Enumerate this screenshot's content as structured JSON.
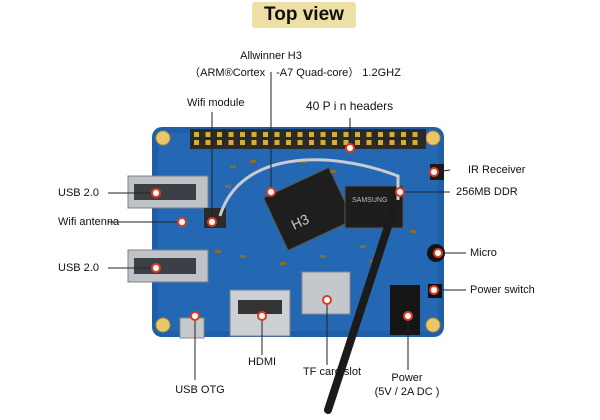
{
  "title": "Top view",
  "labels": {
    "cpu_line1": "Allwinner H3",
    "cpu_line2": "（ARM®Cortex　-A7 Quad-core） 1.2GHZ",
    "wifi_module": "Wifi module",
    "pin_headers": "40 P i n headers",
    "ir_receiver": "IR Receiver",
    "ddr": "256MB DDR",
    "usb1": "USB 2.0",
    "wifi_antenna": "Wifi antenna",
    "usb2": "USB 2.0",
    "micro": "Micro",
    "power_switch": "Power switch",
    "hdmi": "HDMI",
    "tf_card": "TF card slot",
    "usb_otg": "USB OTG",
    "power_line1": "Power",
    "power_line2": "(5V / 2A DC )"
  },
  "board_print": {
    "chip_marking": "H3",
    "ram_brand": "SAMSUNG"
  },
  "colors": {
    "pcb": "#1f5fa8",
    "title_bg": "#eedfa6",
    "pointer": "#e23a1e"
  }
}
